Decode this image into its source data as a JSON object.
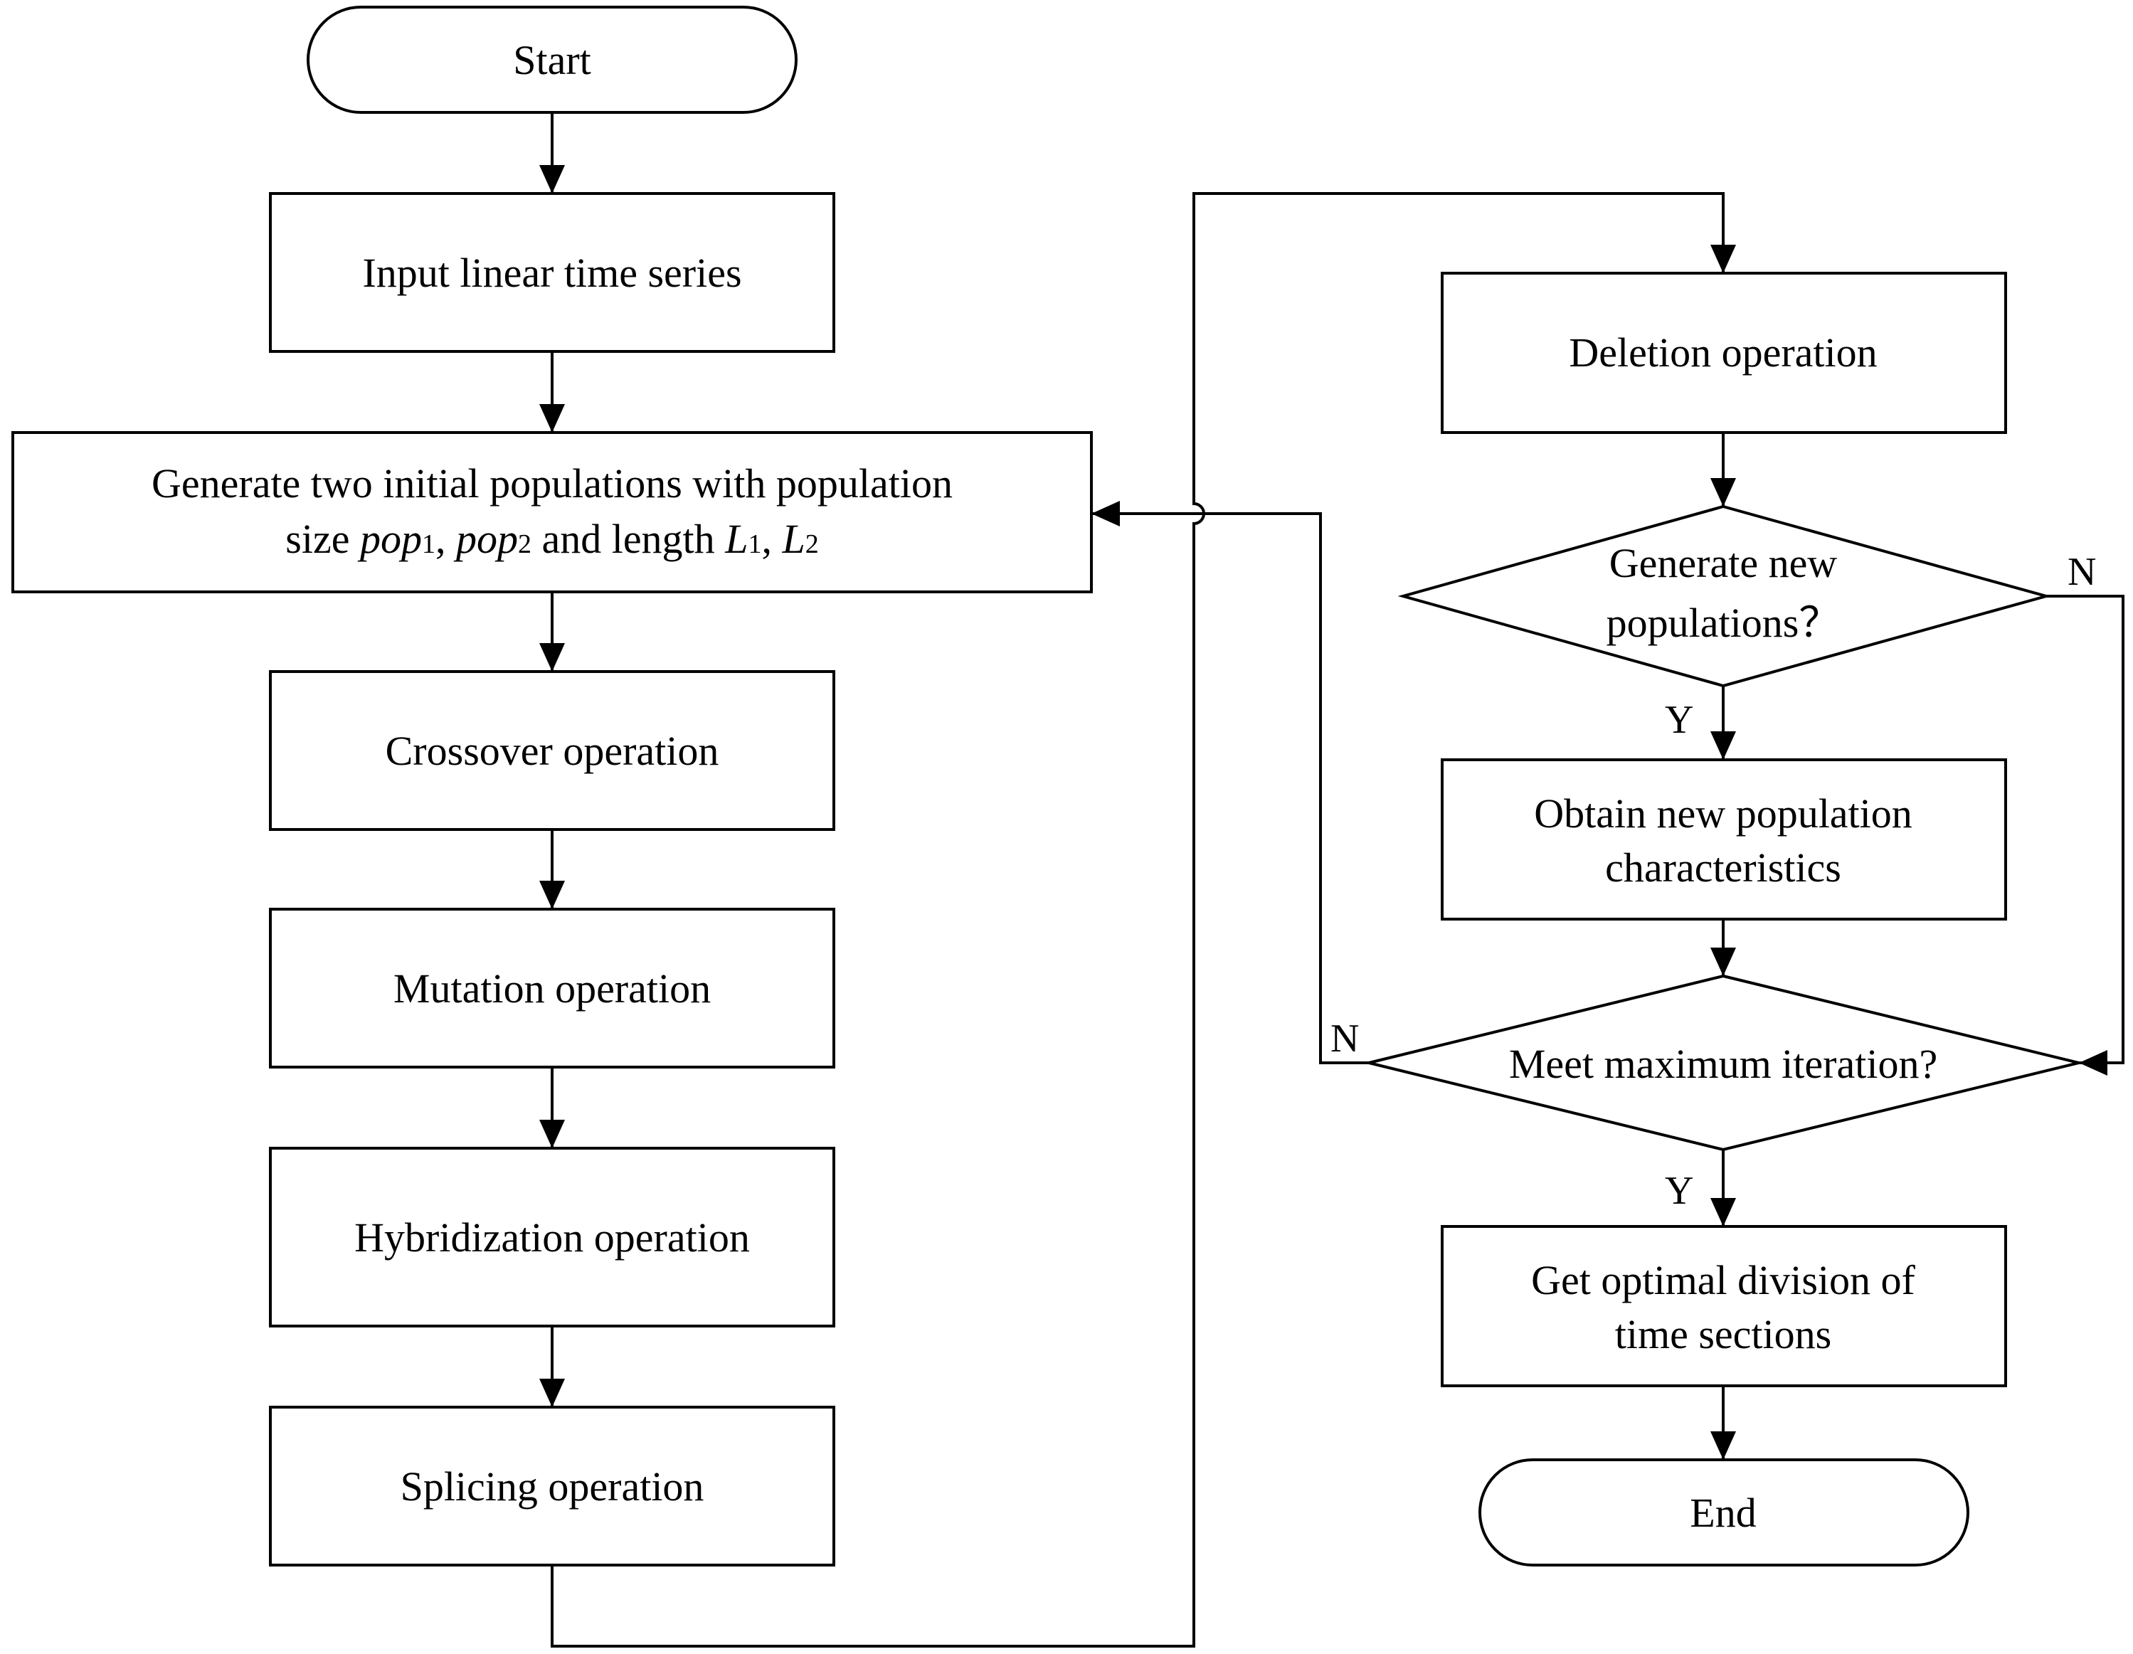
{
  "nodes": {
    "start": "Start",
    "input": "Input linear time series",
    "generate": {
      "line1": "Generate two initial populations with population",
      "size": "size",
      "pop": "pop",
      "sub1": "1",
      "sub2": "2",
      "sep": ",",
      "and": "and",
      "length": "length",
      "L": "L"
    },
    "crossover": "Crossover operation",
    "mutation": "Mutation operation",
    "hybridization": "Hybridization operation",
    "splicing": "Splicing operation",
    "deletion": "Deletion operation",
    "generate_new": {
      "line1": "Generate new",
      "line2": "populations？"
    },
    "obtain": {
      "line1": "Obtain new population",
      "line2": "characteristics"
    },
    "meet": "Meet maximum iteration?",
    "get_optimal": {
      "line1": "Get optimal division of",
      "line2": "time sections"
    },
    "end": "End"
  },
  "edge_labels": {
    "generate_new_no": "N",
    "generate_new_yes": "Y",
    "meet_no": "N",
    "meet_yes": "Y"
  }
}
